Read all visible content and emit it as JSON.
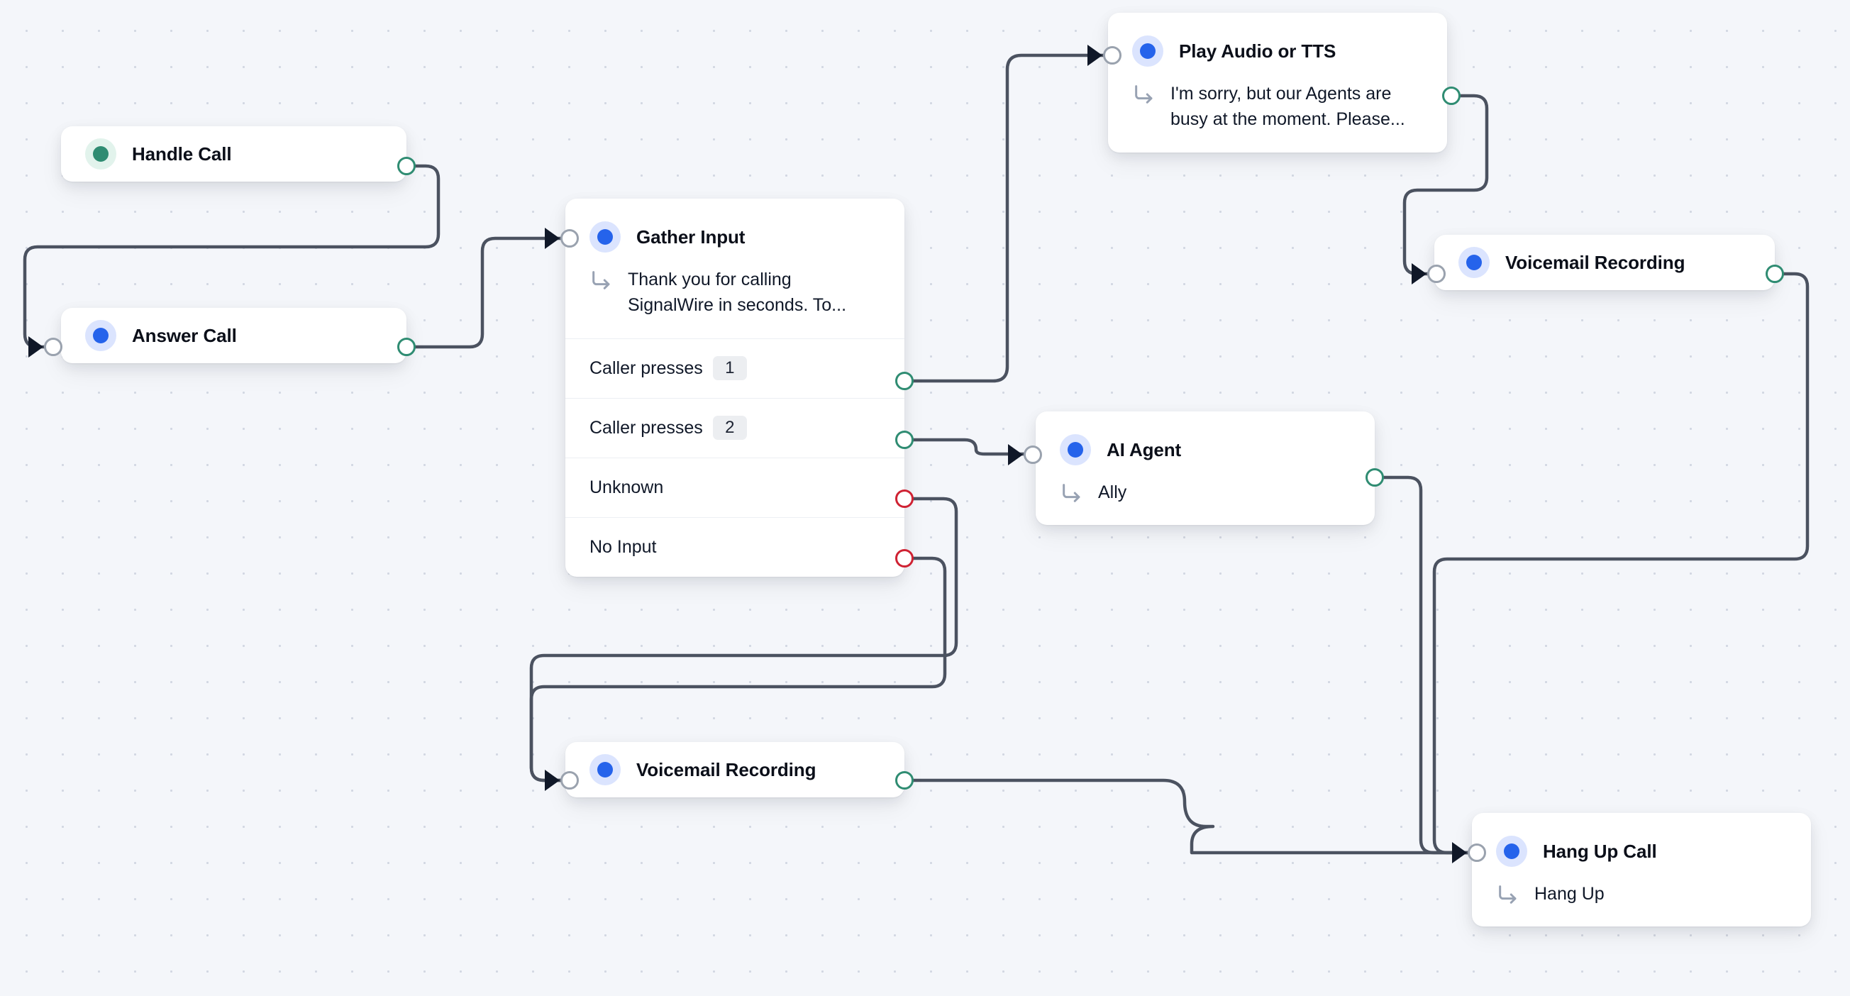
{
  "canvas": {
    "background_color": "#f4f6fa",
    "grid_dot_color": "#d2d7e2",
    "edge_color": "#4b5260",
    "accent_blue": "#2563eb",
    "accent_green": "#2f8c72",
    "accent_red": "#cf2233"
  },
  "nodes": [
    {
      "id": "handle-call",
      "title": "Handle Call",
      "dot_color": "green",
      "icon": "status-dot-icon"
    },
    {
      "id": "answer-call",
      "title": "Answer Call",
      "dot_color": "blue",
      "icon": "status-dot-icon"
    },
    {
      "id": "gather-input",
      "title": "Gather Input",
      "dot_color": "blue",
      "subtitle": "Thank you for calling SignalWire in seconds. To...",
      "sub_icon": "arrow-branch-icon",
      "rows": [
        {
          "label": "Caller presses",
          "badge": "1",
          "port": "green"
        },
        {
          "label": "Caller presses",
          "badge": "2",
          "port": "green"
        },
        {
          "label": "Unknown",
          "badge": null,
          "port": "red"
        },
        {
          "label": "No Input",
          "badge": null,
          "port": "red"
        }
      ]
    },
    {
      "id": "play-audio-tts",
      "title": "Play Audio or TTS",
      "dot_color": "blue",
      "subtitle": "I'm sorry, but our Agents are busy at the moment. Please...",
      "sub_icon": "arrow-branch-icon"
    },
    {
      "id": "voicemail-recording-top",
      "title": "Voicemail Recording",
      "dot_color": "blue",
      "icon": "status-dot-icon"
    },
    {
      "id": "ai-agent",
      "title": "AI Agent",
      "dot_color": "blue",
      "subtitle": "Ally",
      "sub_icon": "arrow-branch-icon"
    },
    {
      "id": "voicemail-recording-bottom",
      "title": "Voicemail Recording",
      "dot_color": "blue",
      "icon": "status-dot-icon"
    },
    {
      "id": "hang-up-call",
      "title": "Hang Up Call",
      "dot_color": "blue",
      "subtitle": "Hang Up",
      "sub_icon": "arrow-branch-icon"
    }
  ],
  "edges": [
    {
      "from": "handle-call",
      "to": "answer-call"
    },
    {
      "from": "answer-call",
      "to": "gather-input"
    },
    {
      "from": "gather-input.caller-presses-1",
      "to": "play-audio-tts"
    },
    {
      "from": "gather-input.caller-presses-2",
      "to": "ai-agent"
    },
    {
      "from": "gather-input.unknown",
      "to": "voicemail-recording-bottom"
    },
    {
      "from": "gather-input.no-input",
      "to": "voicemail-recording-bottom"
    },
    {
      "from": "play-audio-tts",
      "to": "voicemail-recording-top"
    },
    {
      "from": "voicemail-recording-top",
      "to": "hang-up-call"
    },
    {
      "from": "ai-agent",
      "to": "hang-up-call"
    },
    {
      "from": "voicemail-recording-bottom",
      "to": "hang-up-call"
    }
  ]
}
